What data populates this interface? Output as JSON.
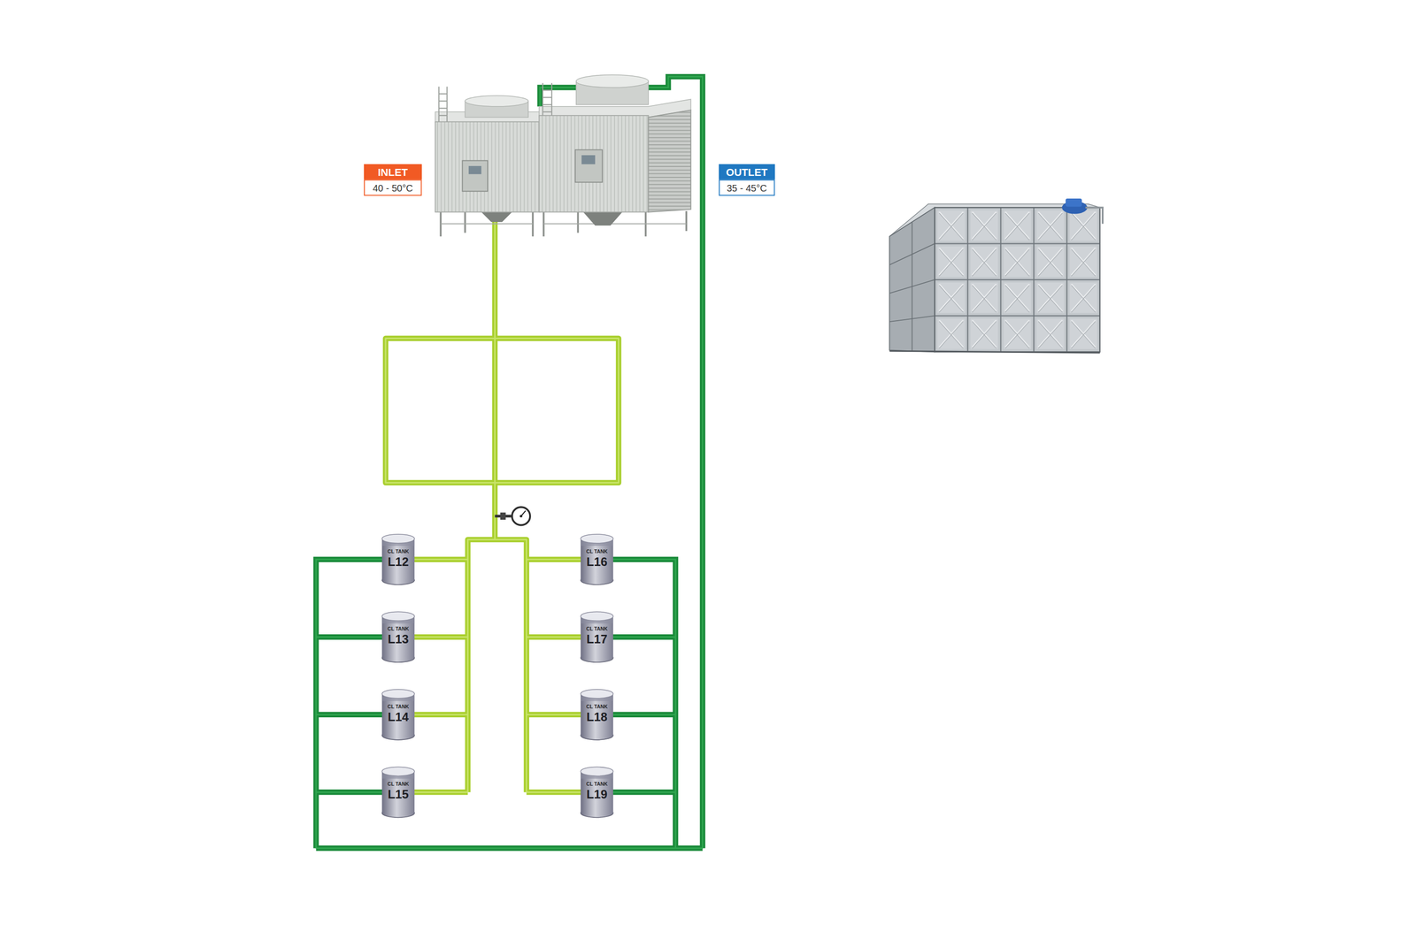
{
  "diagram": {
    "nodes": [
      {
        "text": [
          "INLET",
          "40 - 50°C"
        ]
      },
      {
        "text": [
          "OUTLET",
          "35 - 45°C"
        ]
      },
      {
        "text": [
          "CL TANK",
          "L12"
        ]
      },
      {
        "text": [
          "CL TANK",
          "L16"
        ]
      },
      {
        "text": [
          "CL TANK",
          "L13"
        ]
      },
      {
        "text": [
          "CL TANK",
          "L17"
        ]
      },
      {
        "text": [
          "CL TANK",
          "L14"
        ]
      },
      {
        "text": [
          "CL TANK",
          "L18"
        ]
      },
      {
        "text": [
          "CL TANK",
          "L15"
        ]
      },
      {
        "text": [
          "CL TANK",
          "L19"
        ]
      }
    ]
  }
}
